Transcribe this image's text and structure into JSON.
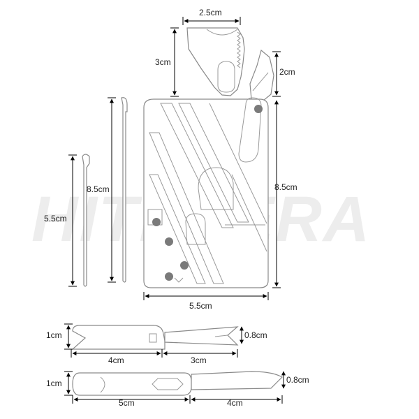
{
  "watermark": "HITECERA",
  "dimensions": {
    "saw_width": "2.5cm",
    "saw_height": "3cm",
    "blade_tip_height": "2cm",
    "card_height_right": "8.5cm",
    "card_width": "5.5cm",
    "tool_long_height": "8.5cm",
    "tool_short_height": "5.5cm",
    "knife_small_height": "1cm",
    "knife_small_handle": "4cm",
    "knife_small_blade": "3cm",
    "knife_small_tip": "0.8cm",
    "knife_large_height": "1cm",
    "knife_large_handle": "5cm",
    "knife_large_blade": "4cm",
    "knife_large_tip": "0.8cm"
  },
  "colors": {
    "outline": "#8a8a8a",
    "dimension_line": "#000000",
    "hole": "#7a7a7a",
    "watermark": "#ededed"
  }
}
